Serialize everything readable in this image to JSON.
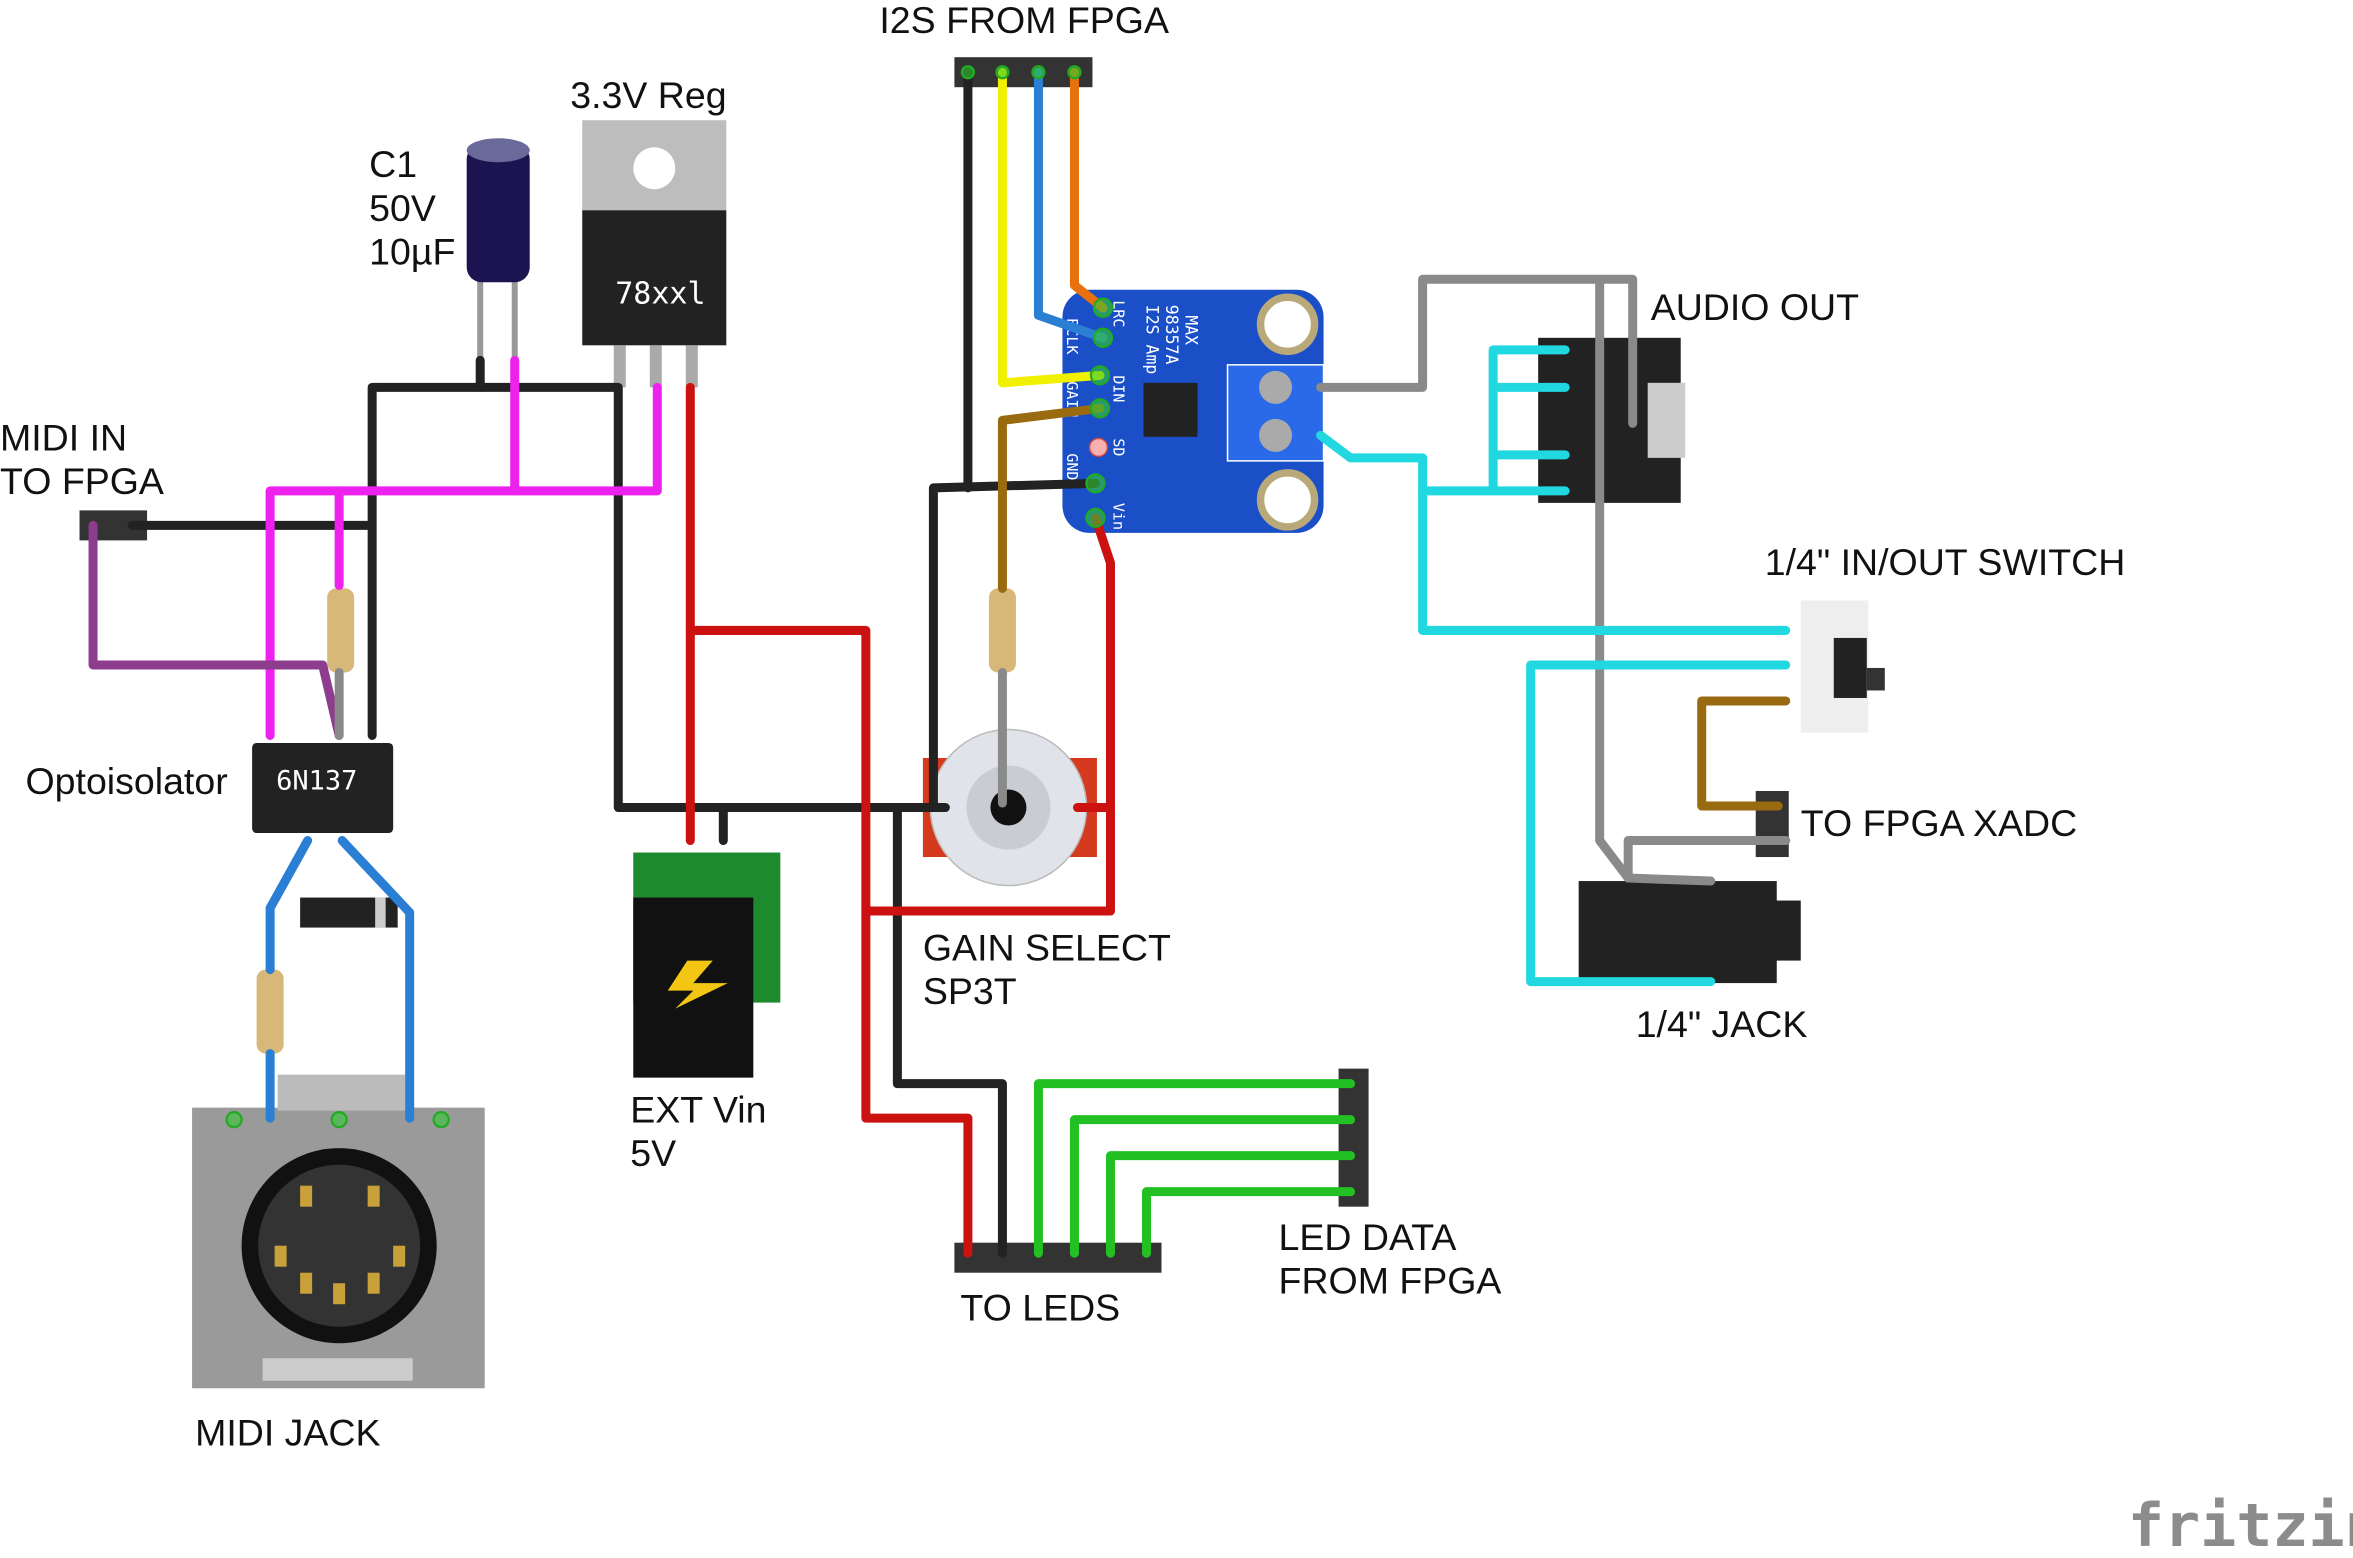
{
  "labels": {
    "i2s": "I2S FROM FPGA",
    "reg": "3.3V Reg",
    "reg_part": "78xxl",
    "cap": [
      "C1",
      "50V",
      "10µF"
    ],
    "midi_in": [
      "MIDI IN",
      "TO FPGA"
    ],
    "opto": "Optoisolator",
    "opto_part": "6N137",
    "midi_jack": "MIDI JACK",
    "ext_vin": [
      "EXT Vin",
      "5V"
    ],
    "gain": [
      "GAIN SELECT",
      "SP3T"
    ],
    "to_leds": "TO LEDS",
    "led_data": [
      "LED DATA",
      "FROM FPGA"
    ],
    "audio_out": "AUDIO OUT",
    "switch": "1/4\" IN/OUT SWITCH",
    "xadc": "TO FPGA XADC",
    "jack": "1/4\" JACK",
    "amp": [
      "MAX",
      "98357A",
      "I2S Amp"
    ],
    "amp_pins": [
      "LRC",
      "BCLK",
      "DIN",
      "GAIN",
      "SD",
      "GND",
      "Vin"
    ]
  },
  "logo": "fritzing",
  "colors": {
    "black": "#222222",
    "red": "#cc1111",
    "magenta": "#ee22ee",
    "purple": "#8e3d8e",
    "yellow": "#f0f000",
    "blue": "#2a7fd4",
    "orange": "#e8700e",
    "brown": "#9a6a10",
    "gray": "#8a8a8a",
    "cyan": "#22d8e0",
    "green": "#22c022",
    "board": "#1a4fc8"
  }
}
